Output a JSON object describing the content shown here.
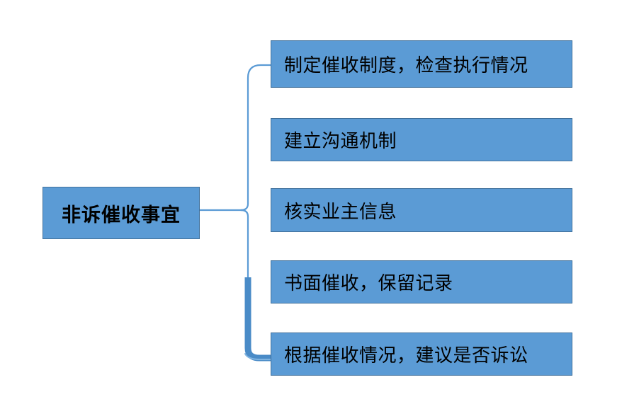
{
  "diagram": {
    "type": "mind-map-bracket",
    "title_node": {
      "label": "非诉催收事宜"
    },
    "branches": [
      {
        "label": "制定催收制度，检查执行情况"
      },
      {
        "label": "建立沟通机制"
      },
      {
        "label": "核实业主信息"
      },
      {
        "label": "书面催收，保留记录"
      },
      {
        "label": "根据催收情况，建议是否诉讼"
      }
    ],
    "colors": {
      "node_fill": "#5B9BD5",
      "node_border": "#41719C",
      "connector": "#5B9BD5",
      "connector_dark": "#4A8BC7",
      "text": "#000000",
      "background": "#FFFFFF"
    }
  }
}
